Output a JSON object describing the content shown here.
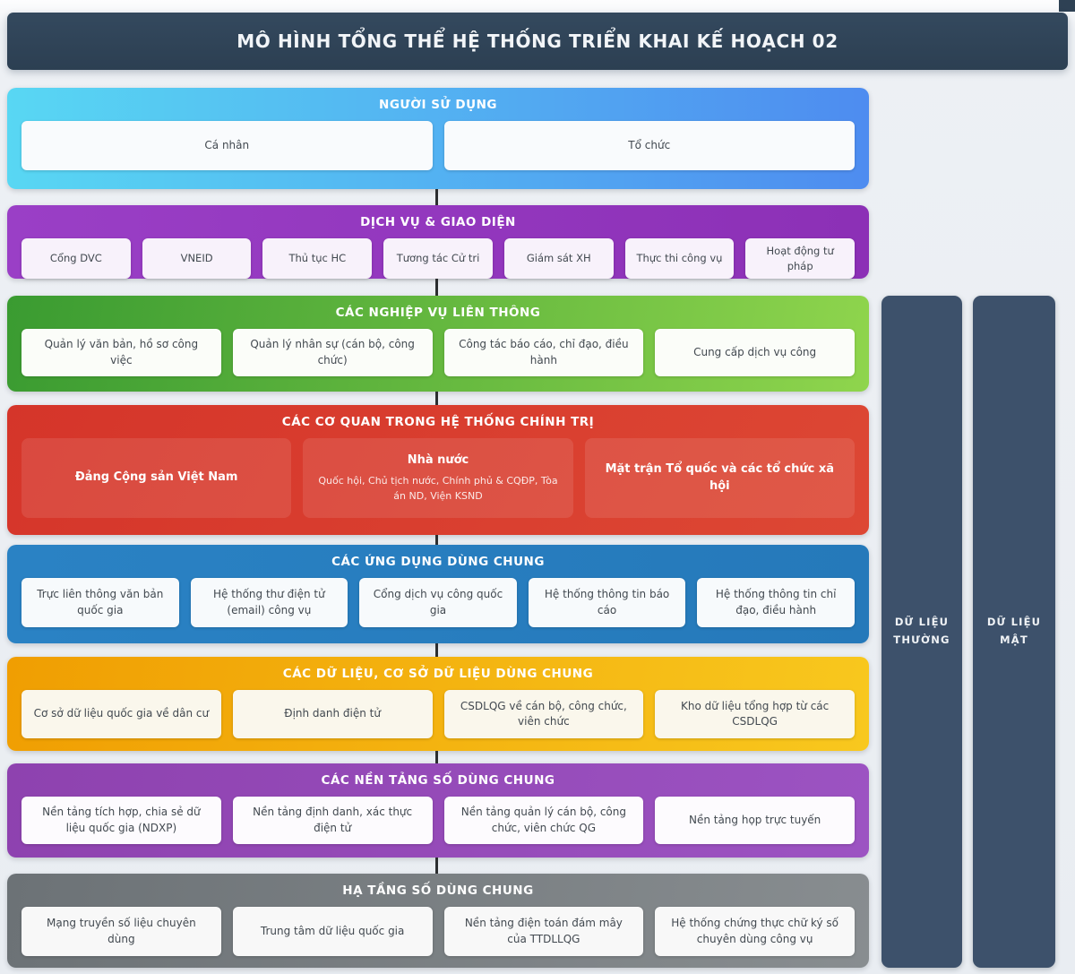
{
  "title_bar": {
    "title": "MÔ HÌNH TỔNG THỂ HỆ THỐNG TRIỂN KHAI KẾ HOẠCH 02",
    "background_color": "#2e4154",
    "text_color": "#f2f5f8"
  },
  "layers": [
    {
      "header": "NGƯỜI SỬ DỤNG",
      "color_from": "#58d7f3",
      "color_to": "#4e8cf0",
      "items": [
        {
          "label": "Cá nhân"
        },
        {
          "label": "Tổ chức"
        }
      ]
    },
    {
      "header": "DỊCH VỤ & GIAO DIỆN",
      "color_from": "#9a3fc6",
      "color_to": "#8c30b6",
      "items": [
        {
          "label": "Cổng DVC"
        },
        {
          "label": "VNEID"
        },
        {
          "label": "Thủ tục HC"
        },
        {
          "label": "Tương tác Cử tri"
        },
        {
          "label": "Giám sát XH"
        },
        {
          "label": "Thực thi công vụ"
        },
        {
          "label": "Hoạt động tư pháp"
        }
      ]
    },
    {
      "header": "CÁC NGHIỆP VỤ LIÊN THÔNG",
      "color_from": "#3a9b31",
      "color_to": "#8fd54d",
      "items": [
        {
          "label": "Quản lý văn bản, hồ sơ công việc"
        },
        {
          "label": "Quản lý nhân sự (cán bộ, công chức)"
        },
        {
          "label": "Công tác báo cáo, chỉ đạo, điều hành"
        },
        {
          "label": "Cung cấp dịch vụ công"
        }
      ]
    },
    {
      "header": "CÁC CƠ QUAN TRONG HỆ THỐNG CHÍNH TRỊ",
      "color_from": "#d5352a",
      "color_to": "#dd4734",
      "items": [
        {
          "label": "Đảng Cộng sản Việt Nam"
        },
        {
          "label": "Nhà nước",
          "sublabel": "Quốc hội, Chủ tịch nước, Chính phủ & CQĐP, Tòa án ND, Viện KSND"
        },
        {
          "label": "Mặt trận Tổ quốc và các tổ chức xã hội"
        }
      ]
    },
    {
      "header": "CÁC ỨNG DỤNG DÙNG CHUNG",
      "color_from": "#2a82c4",
      "color_to": "#2579ba",
      "items": [
        {
          "label": "Trực liên thông văn bản quốc gia"
        },
        {
          "label": "Hệ thống thư điện tử (email) công vụ"
        },
        {
          "label": "Cổng dịch vụ công quốc gia"
        },
        {
          "label": "Hệ thống thông tin báo cáo"
        },
        {
          "label": "Hệ thống thông tin chỉ đạo, điều hành"
        }
      ]
    },
    {
      "header": "CÁC DỮ LIỆU, CƠ SỞ DỮ LIỆU DÙNG CHUNG",
      "color_from": "#f09e02",
      "color_to": "#f8c81e",
      "items": [
        {
          "label": "Cơ sở dữ liệu quốc gia về dân cư"
        },
        {
          "label": "Định danh điện tử"
        },
        {
          "label": "CSDLQG về cán bộ, công chức, viên chức"
        },
        {
          "label": "Kho dữ liệu tổng hợp từ các CSDLQG"
        }
      ]
    },
    {
      "header": "CÁC NỀN TẢNG SỐ DÙNG CHUNG",
      "color_from": "#8e42af",
      "color_to": "#9c53c2",
      "items": [
        {
          "label": "Nền tảng tích hợp, chia sẻ dữ liệu quốc gia (NDXP)"
        },
        {
          "label": "Nền tảng định danh, xác thực điện tử"
        },
        {
          "label": "Nền tảng quản lý cán bộ, công chức, viên chức QG"
        },
        {
          "label": "Nền tảng họp trực tuyến"
        }
      ]
    },
    {
      "header": "HẠ TẦNG SỐ DÙNG CHUNG",
      "color_from": "#6c7276",
      "color_to": "#888d90",
      "items": [
        {
          "label": "Mạng truyền số liệu chuyên dùng"
        },
        {
          "label": "Trung tâm dữ liệu quốc gia"
        },
        {
          "label": "Nền tảng điện toán đám mây của TTDLLQG"
        },
        {
          "label": "Hệ thống chứng thực chữ ký số chuyên dùng công vụ"
        }
      ]
    }
  ],
  "side_bars": [
    {
      "label": "DỮ LIỆU THƯỜNG",
      "background_color": "#3d516b"
    },
    {
      "label": "DỮ LIỆU MẬT",
      "background_color": "#3d516b"
    }
  ]
}
